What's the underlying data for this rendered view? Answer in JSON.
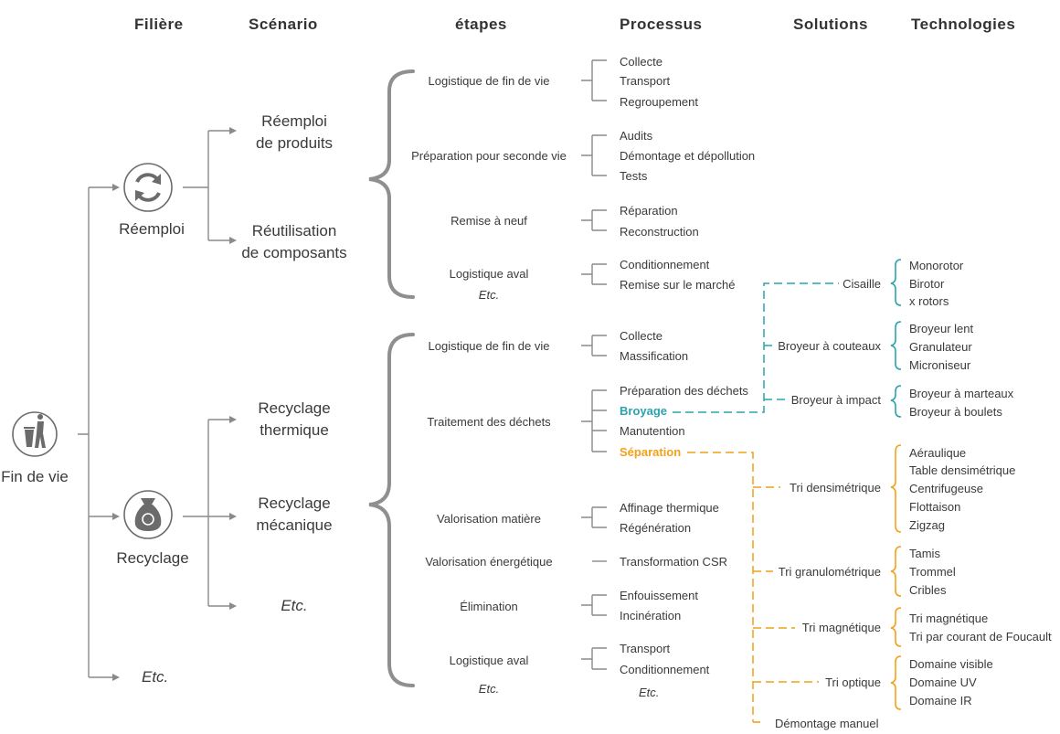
{
  "headers": {
    "filiere": "Filière",
    "scenario": "Scénario",
    "etapes": "étapes",
    "processus": "Processus",
    "solutions": "Solutions",
    "technologies": "Technologies"
  },
  "filieres": {
    "root": "Fin de vie",
    "reemploi": "Réemploi",
    "recyclage": "Recyclage",
    "etc": "Etc."
  },
  "scenarios": {
    "reemploi_produits": [
      "Réemploi",
      "de produits"
    ],
    "reutilisation": [
      "Réutilisation",
      "de composants"
    ],
    "recyclage_thermique": [
      "Recyclage",
      "thermique"
    ],
    "recyclage_mecanique": [
      "Recyclage",
      "mécanique"
    ],
    "etc": "Etc."
  },
  "etapes_reemploi": [
    {
      "label": "Logistique de fin de vie",
      "processus": [
        "Collecte",
        "Transport",
        "Regroupement"
      ]
    },
    {
      "label": "Préparation pour seconde vie",
      "processus": [
        "Audits",
        "Démontage et dépollution",
        "Tests"
      ]
    },
    {
      "label": "Remise à neuf",
      "processus": [
        "Réparation",
        "Reconstruction"
      ]
    },
    {
      "label": "Logistique aval",
      "etc": "Etc.",
      "processus": [
        "Conditionnement",
        "Remise sur le marché"
      ]
    }
  ],
  "etapes_recyclage": [
    {
      "label": "Logistique de fin de vie",
      "processus": [
        "Collecte",
        "Massification"
      ]
    },
    {
      "label": "Traitement des déchets",
      "processus": [
        "Préparation des déchets",
        "Broyage",
        "Manutention",
        "Séparation"
      ]
    },
    {
      "label": "Valorisation matière",
      "processus": [
        "Affinage thermique",
        "Régénération"
      ]
    },
    {
      "label": "Valorisation énergétique",
      "processus": [
        "Transformation CSR"
      ]
    },
    {
      "label": "Élimination",
      "processus": [
        "Enfouissement",
        "Incinération"
      ]
    },
    {
      "label": "Logistique aval",
      "etc": "Etc.",
      "processus": [
        "Transport",
        "Conditionnement"
      ],
      "processus_etc": "Etc."
    }
  ],
  "solutions_broyage": [
    {
      "label": "Cisaille",
      "technologies": [
        "Monorotor",
        "Birotor",
        "x rotors"
      ]
    },
    {
      "label": "Broyeur à couteaux",
      "technologies": [
        "Broyeur lent",
        "Granulateur",
        "Microniseur"
      ]
    },
    {
      "label": "Broyeur à impact",
      "technologies": [
        "Broyeur à marteaux",
        "Broyeur à boulets"
      ]
    }
  ],
  "solutions_separation": [
    {
      "label": "Tri densimétrique",
      "technologies": [
        "Aéraulique",
        "Table densimétrique",
        "Centrifugeuse",
        "Flottaison",
        "Zigzag"
      ]
    },
    {
      "label": "Tri granulométrique",
      "technologies": [
        "Tamis",
        "Trommel",
        "Cribles"
      ]
    },
    {
      "label": "Tri magnétique",
      "technologies": [
        "Tri magnétique",
        "Tri par courant de Foucault"
      ]
    },
    {
      "label": "Tri optique",
      "technologies": [
        "Domaine visible",
        "Domaine UV",
        "Domaine IR"
      ]
    },
    {
      "label": "Démontage manuel",
      "technologies": []
    }
  ],
  "colors": {
    "line": "#8a8a8a",
    "text": "#3a3a3a",
    "broyage_accent": "#2aa3ae",
    "separation_accent": "#f1a11a",
    "icon_circle": "#6b6b6b"
  },
  "icons": {
    "root": "trash-bin-person-icon",
    "reemploi": "circular-arrows-icon",
    "recyclage": "recycle-bag-icon"
  }
}
